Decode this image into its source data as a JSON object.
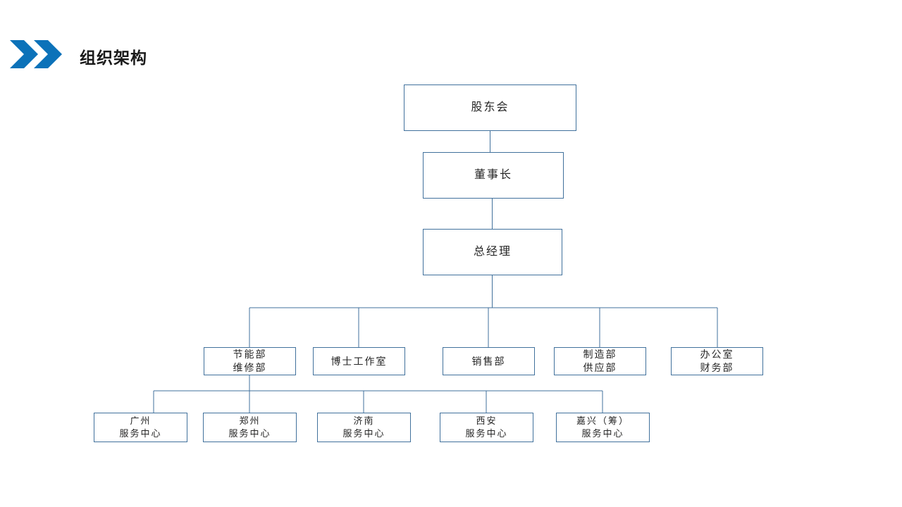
{
  "header": {
    "title": "组织架构",
    "chevron_icon": "double-chevron-right-icon",
    "accent_color": "#0c72b9",
    "title_color": "#1a1a1a"
  },
  "theme": {
    "line_color": "#41719c",
    "box_border_color": "#41719c",
    "box_fill": "#ffffff",
    "text_color": "#262626",
    "background": "#ffffff"
  },
  "chart_data": {
    "type": "diagram",
    "title": "组织架构",
    "orientation": "top-down",
    "levels": [
      {
        "name": "level-1",
        "nodes": [
          "股东会"
        ]
      },
      {
        "name": "level-2",
        "nodes": [
          "董事长"
        ]
      },
      {
        "name": "level-3",
        "nodes": [
          "总经理"
        ]
      },
      {
        "name": "departments",
        "nodes": [
          "节能部 / 维修部",
          "博士工作室",
          "销售部",
          "制造部 / 供应部",
          "办公室 / 财务部"
        ]
      },
      {
        "name": "service-centers",
        "nodes": [
          "广州服务中心",
          "郑州服务中心",
          "济南服务中心",
          "西安服务中心",
          "嘉兴（筹）服务中心"
        ]
      }
    ],
    "edges": [
      {
        "from": "股东会",
        "to": "董事长"
      },
      {
        "from": "董事长",
        "to": "总经理"
      },
      {
        "from": "总经理",
        "to": "节能部 / 维修部"
      },
      {
        "from": "总经理",
        "to": "博士工作室"
      },
      {
        "from": "总经理",
        "to": "销售部"
      },
      {
        "from": "总经理",
        "to": "制造部 / 供应部"
      },
      {
        "from": "总经理",
        "to": "办公室 / 财务部"
      },
      {
        "from": "节能部 / 维修部",
        "to": "广州服务中心"
      },
      {
        "from": "节能部 / 维修部",
        "to": "郑州服务中心"
      },
      {
        "from": "节能部 / 维修部",
        "to": "济南服务中心"
      },
      {
        "from": "节能部 / 维修部",
        "to": "西安服务中心"
      },
      {
        "from": "节能部 / 维修部",
        "to": "嘉兴（筹）服务中心"
      }
    ]
  },
  "nodes": {
    "shareholders": {
      "line1": "股东会"
    },
    "chairman": {
      "line1": "董事长"
    },
    "general_manager": {
      "line1": "总经理"
    },
    "dept_energy": {
      "line1": "节能部",
      "line2": "维修部"
    },
    "dept_doctor_studio": {
      "line1": "博士工作室"
    },
    "dept_sales": {
      "line1": "销售部"
    },
    "dept_manufacture": {
      "line1": "制造部",
      "line2": "供应部"
    },
    "dept_office": {
      "line1": "办公室",
      "line2": "财务部"
    },
    "center_guangzhou": {
      "line1": "广州",
      "line2": "服务中心"
    },
    "center_zhengzhou": {
      "line1": "郑州",
      "line2": "服务中心"
    },
    "center_jinan": {
      "line1": "济南",
      "line2": "服务中心"
    },
    "center_xian": {
      "line1": "西安",
      "line2": "服务中心"
    },
    "center_jiaxing": {
      "line1": "嘉兴（筹）",
      "line2": "服务中心"
    }
  }
}
